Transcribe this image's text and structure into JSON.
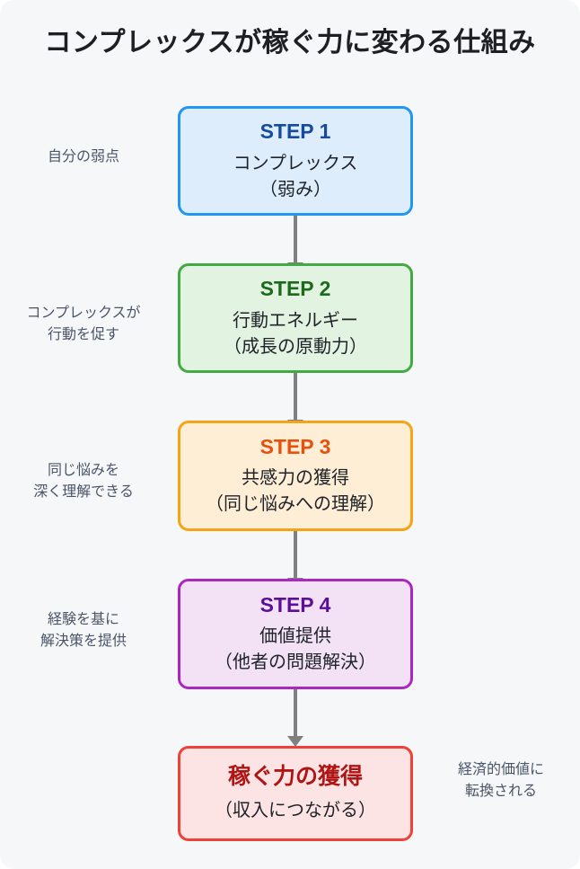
{
  "page": {
    "title": "コンプレックスが稼ぐ力に変わる仕組み",
    "background_color": "#f6f7f9"
  },
  "flow": {
    "nodes": [
      {
        "step_label": "STEP 1",
        "line1": "コンプレックス",
        "line2": "（弱み）",
        "theme": "blue",
        "fill_color": "#ddedfb",
        "border_color": "#2196f3",
        "label_color": "#154a9e"
      },
      {
        "step_label": "STEP 2",
        "line1": "行動エネルギー",
        "line2": "（成長の原動力）",
        "theme": "green",
        "fill_color": "#e2f3e2",
        "border_color": "#41aa41",
        "label_color": "#1b6b1b"
      },
      {
        "step_label": "STEP 3",
        "line1": "共感力の獲得",
        "line2": "（同じ悩みへの理解）",
        "theme": "orange",
        "fill_color": "#fdeed5",
        "border_color": "#f5a413",
        "label_color": "#e8500e"
      },
      {
        "step_label": "STEP 4",
        "line1": "価値提供",
        "line2": "（他者の問題解決）",
        "theme": "purple",
        "fill_color": "#f3e2f6",
        "border_color": "#aa27c0",
        "label_color": "#5c0f96"
      },
      {
        "step_label": "稼ぐ力の獲得",
        "line1": "（収入につながる）",
        "line2": "",
        "theme": "red",
        "fill_color": "#fde4e4",
        "border_color": "#ef4136",
        "label_color": "#b01515"
      }
    ],
    "arrow_color": "#808080",
    "arrow_count": 4
  },
  "annotations": {
    "left": [
      {
        "line1": "自分の弱点",
        "line2": ""
      },
      {
        "line1": "コンプレックスが",
        "line2": "行動を促す"
      },
      {
        "line1": "同じ悩みを",
        "line2": "深く理解できる"
      },
      {
        "line1": "経験を基に",
        "line2": "解決策を提供"
      }
    ],
    "right": [
      {
        "line1": "経済的価値に",
        "line2": "転換される"
      }
    ],
    "text_color": "#4a5568"
  }
}
